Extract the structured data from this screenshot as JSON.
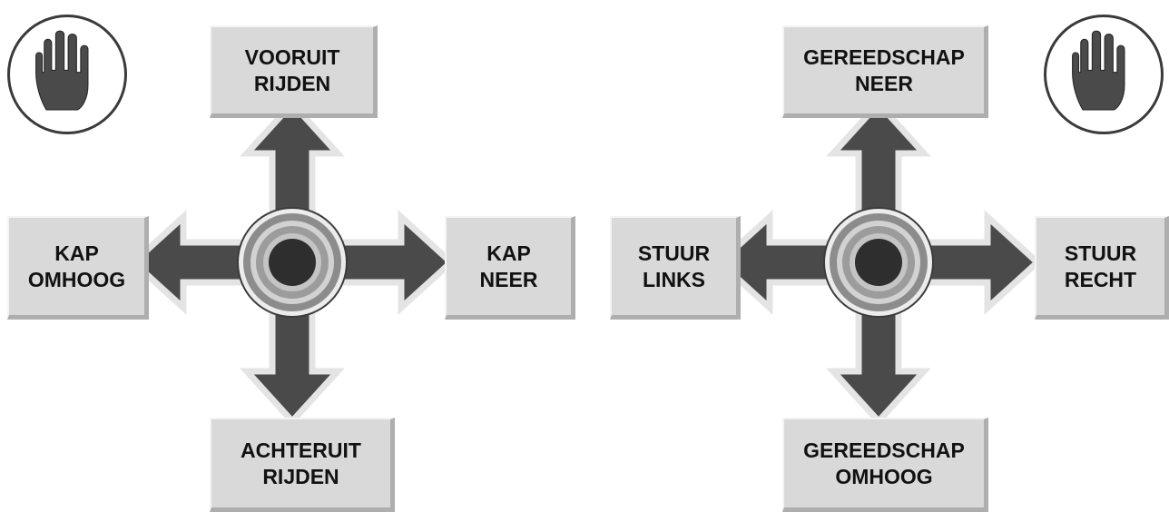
{
  "left_panel": {
    "up": {
      "line1": "VOORUIT",
      "line2": "RIJDEN"
    },
    "down": {
      "line1": "ACHTERUIT",
      "line2": "RIJDEN"
    },
    "left": {
      "line1": "KAP",
      "line2": "OMHOOG"
    },
    "right": {
      "line1": "KAP",
      "line2": "NEER"
    },
    "stop_icon": "hand-stop-icon"
  },
  "right_panel": {
    "up": {
      "line1": "GEREEDSCHAP",
      "line2": "NEER"
    },
    "down": {
      "line1": "GEREEDSCHAP",
      "line2": "OMHOOG"
    },
    "left": {
      "line1": "STUUR",
      "line2": "LINKS"
    },
    "right": {
      "line1": "STUUR",
      "line2": "RECHT"
    },
    "stop_icon": "hand-stop-icon"
  },
  "colors": {
    "arrow_fill": "#4a4a4a",
    "arrow_outline": "#e2e2e2",
    "label_bg": "#d9d9d9",
    "knob_ring": "#9a9a9a",
    "knob_center": "#2e2e2e"
  }
}
